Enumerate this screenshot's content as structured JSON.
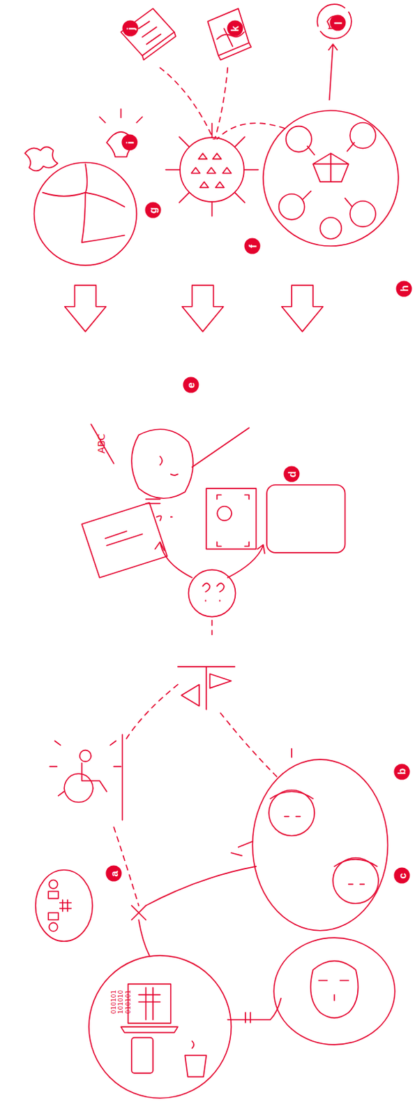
{
  "diagram": {
    "nodes": [
      {
        "text": [
          "j"
        ]
      },
      {
        "text": [
          "k"
        ]
      },
      {
        "text": [
          "l"
        ]
      },
      {
        "text": [
          "i"
        ]
      },
      {
        "text": [
          "g"
        ]
      },
      {
        "text": [
          "f"
        ]
      },
      {
        "text": [
          "h"
        ]
      },
      {
        "text": [
          "e"
        ]
      },
      {
        "text": [
          "d"
        ]
      },
      {
        "text": [
          "b"
        ]
      },
      {
        "text": [
          "a"
        ]
      },
      {
        "text": [
          "c"
        ]
      }
    ],
    "labels": [
      "ABC",
      "010101",
      "101010",
      "010101"
    ]
  }
}
